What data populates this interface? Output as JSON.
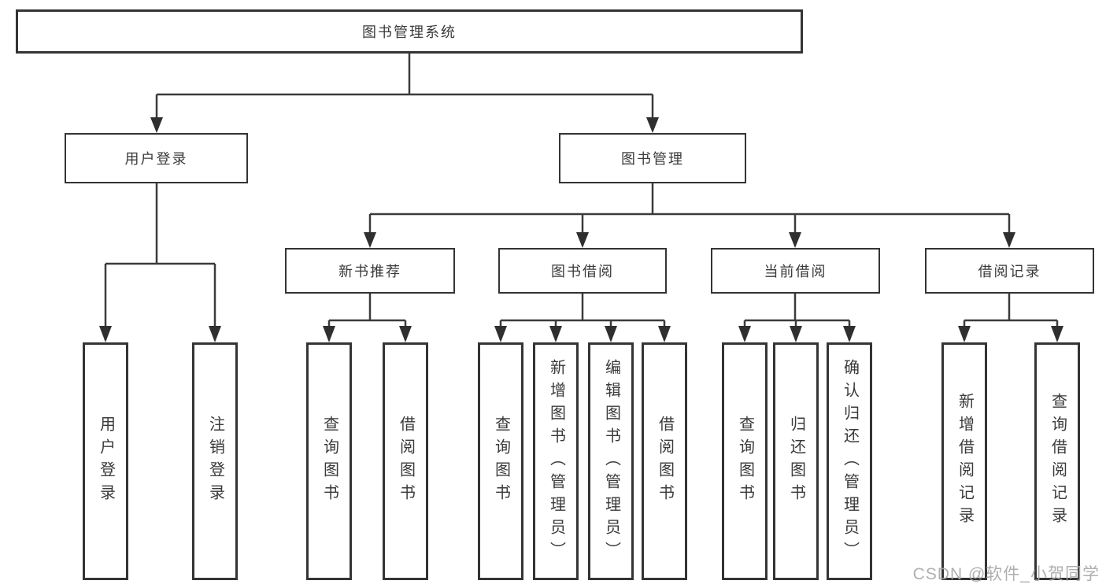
{
  "nodes": {
    "root": "图书管理系统",
    "l2": [
      "用户登录",
      "图书管理"
    ],
    "l3": [
      "新书推荐",
      "图书借阅",
      "当前借阅",
      "借阅记录"
    ],
    "leaves_user": [
      "用户登录",
      "注销登录"
    ],
    "leaves_newbook": [
      "查询图书",
      "借阅图书"
    ],
    "leaves_borrow": [
      "查询图书",
      "新增图书（管理员）",
      "编辑图书（管理员）",
      "借阅图书"
    ],
    "leaves_current": [
      "查询图书",
      "归还图书",
      "确认归还（管理员）"
    ],
    "leaves_records": [
      "新增借阅记录",
      "查询借阅记录"
    ]
  },
  "watermark": "CSDN @软件_小贺同学",
  "colors": {
    "line": "#3b3b3b",
    "border": "#343434",
    "text": "#3a3a3a",
    "watermark": "#a8a8a8"
  }
}
